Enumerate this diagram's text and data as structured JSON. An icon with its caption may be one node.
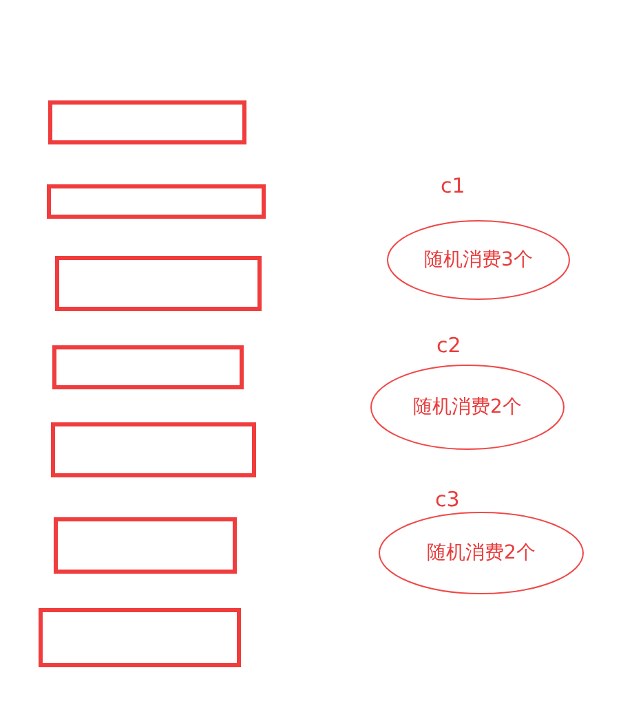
{
  "diagram": {
    "nodes": [
      {
        "text": [],
        "shape": "box"
      },
      {
        "text": [],
        "shape": "box"
      },
      {
        "text": [],
        "shape": "box"
      },
      {
        "text": [],
        "shape": "box"
      },
      {
        "text": [],
        "shape": "box"
      },
      {
        "text": [],
        "shape": "box"
      },
      {
        "text": [],
        "shape": "box"
      },
      {
        "text": [
          "随机消费3个"
        ],
        "beside": [
          "c1"
        ]
      },
      {
        "text": [
          "随机消费2个"
        ],
        "beside": [
          "c2"
        ]
      },
      {
        "text": [
          "随机消费2个"
        ],
        "beside": [
          "c3"
        ]
      }
    ]
  }
}
